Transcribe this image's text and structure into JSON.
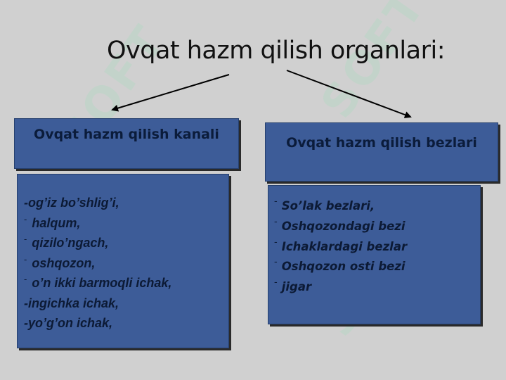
{
  "title": "Ovqat hazm qilish organlari:",
  "left": {
    "heading": "Ovqat hazm qilish kanali",
    "items": [
      {
        "bullet": "",
        "text": "-og’iz bo’shlig’i,"
      },
      {
        "bullet": "-",
        "text": "halqum,"
      },
      {
        "bullet": "-",
        "text": "qizilo’ngach,"
      },
      {
        "bullet": "-",
        "text": "oshqozon,"
      },
      {
        "bullet": "-",
        "text": "o’n ikki barmoqli ichak,"
      },
      {
        "bullet": "",
        "text": "-ingichka  ichak,"
      },
      {
        "bullet": "",
        "text": "-yo’g’on ichak,"
      }
    ]
  },
  "right": {
    "heading": "Ovqat hazm qilish bezlari",
    "items": [
      {
        "bullet": "-",
        "text": "So’lak bezlari,"
      },
      {
        "bullet": "-",
        "text": "Oshqozondagi bezi"
      },
      {
        "bullet": "-",
        "text": "Ichaklardagi bezlar"
      },
      {
        "bullet": "-",
        "text": "Oshqozon osti bezi"
      },
      {
        "bullet": "-",
        "text": "jigar"
      }
    ]
  },
  "watermark": "SOFT",
  "colors": {
    "background": "#d0d0d0",
    "box": "#3d5c98",
    "text": "#0c1a35"
  }
}
